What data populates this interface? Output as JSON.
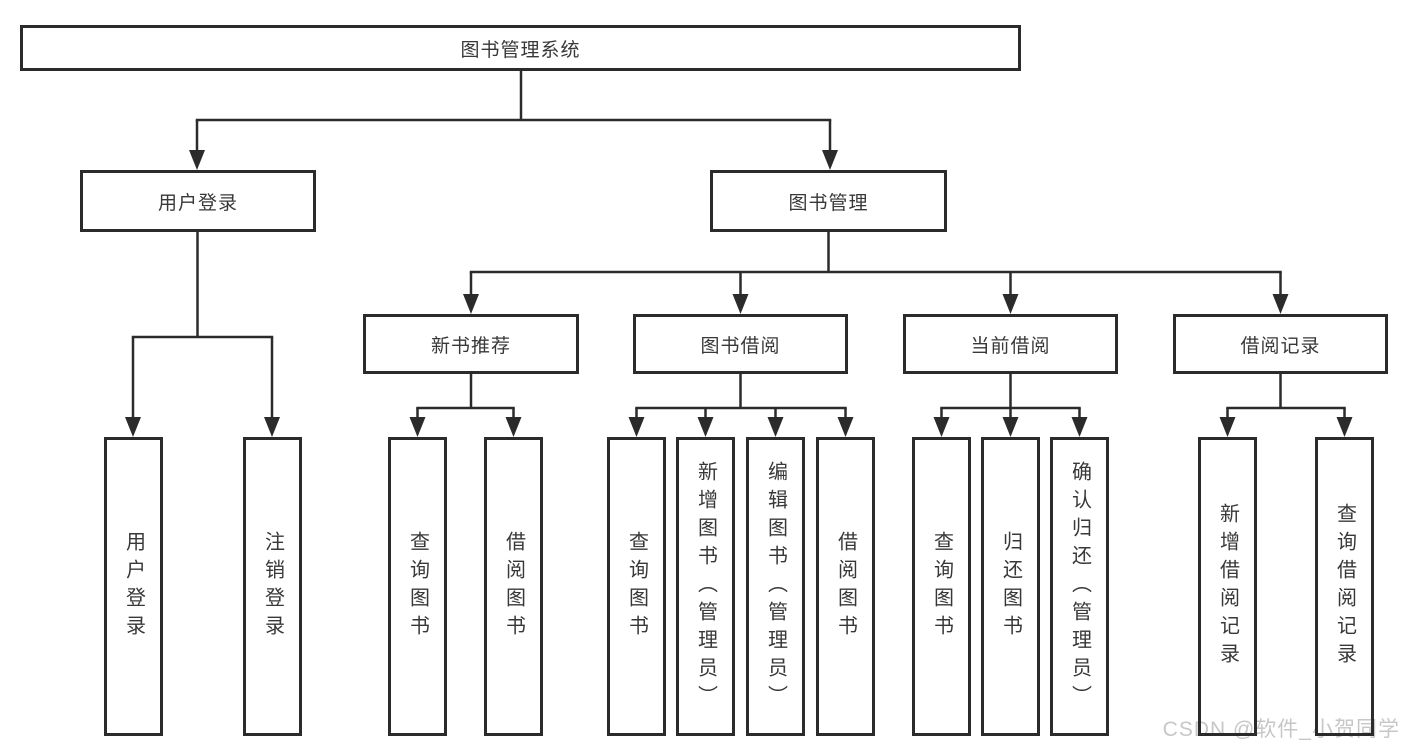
{
  "diagram_title": "图书管理系统",
  "tree": {
    "root": {
      "label": "图书管理系统",
      "children": [
        {
          "label": "用户登录",
          "children": [
            {
              "label": "用户登录"
            },
            {
              "label": "注销登录"
            }
          ]
        },
        {
          "label": "图书管理",
          "children": [
            {
              "label": "新书推荐",
              "children": [
                {
                  "label": "查询图书"
                },
                {
                  "label": "借阅图书"
                }
              ]
            },
            {
              "label": "图书借阅",
              "children": [
                {
                  "label": "查询图书"
                },
                {
                  "label": "新增图书（管理员）"
                },
                {
                  "label": "编辑图书（管理员）"
                },
                {
                  "label": "借阅图书"
                }
              ]
            },
            {
              "label": "当前借阅",
              "children": [
                {
                  "label": "查询图书"
                },
                {
                  "label": "归还图书"
                },
                {
                  "label": "确认归还（管理员）"
                }
              ]
            },
            {
              "label": "借阅记录",
              "children": [
                {
                  "label": "新增借阅记录"
                },
                {
                  "label": "查询借阅记录"
                }
              ]
            }
          ]
        }
      ]
    }
  },
  "watermark": {
    "text": "CSDN @软件_小贺同学"
  },
  "colors": {
    "line": "#2b2b2b",
    "box_border": "#2b2b2b",
    "box_fill": "#ffffff",
    "text": "#383838",
    "watermark": "#c7c7c7",
    "background": "#ffffff"
  }
}
